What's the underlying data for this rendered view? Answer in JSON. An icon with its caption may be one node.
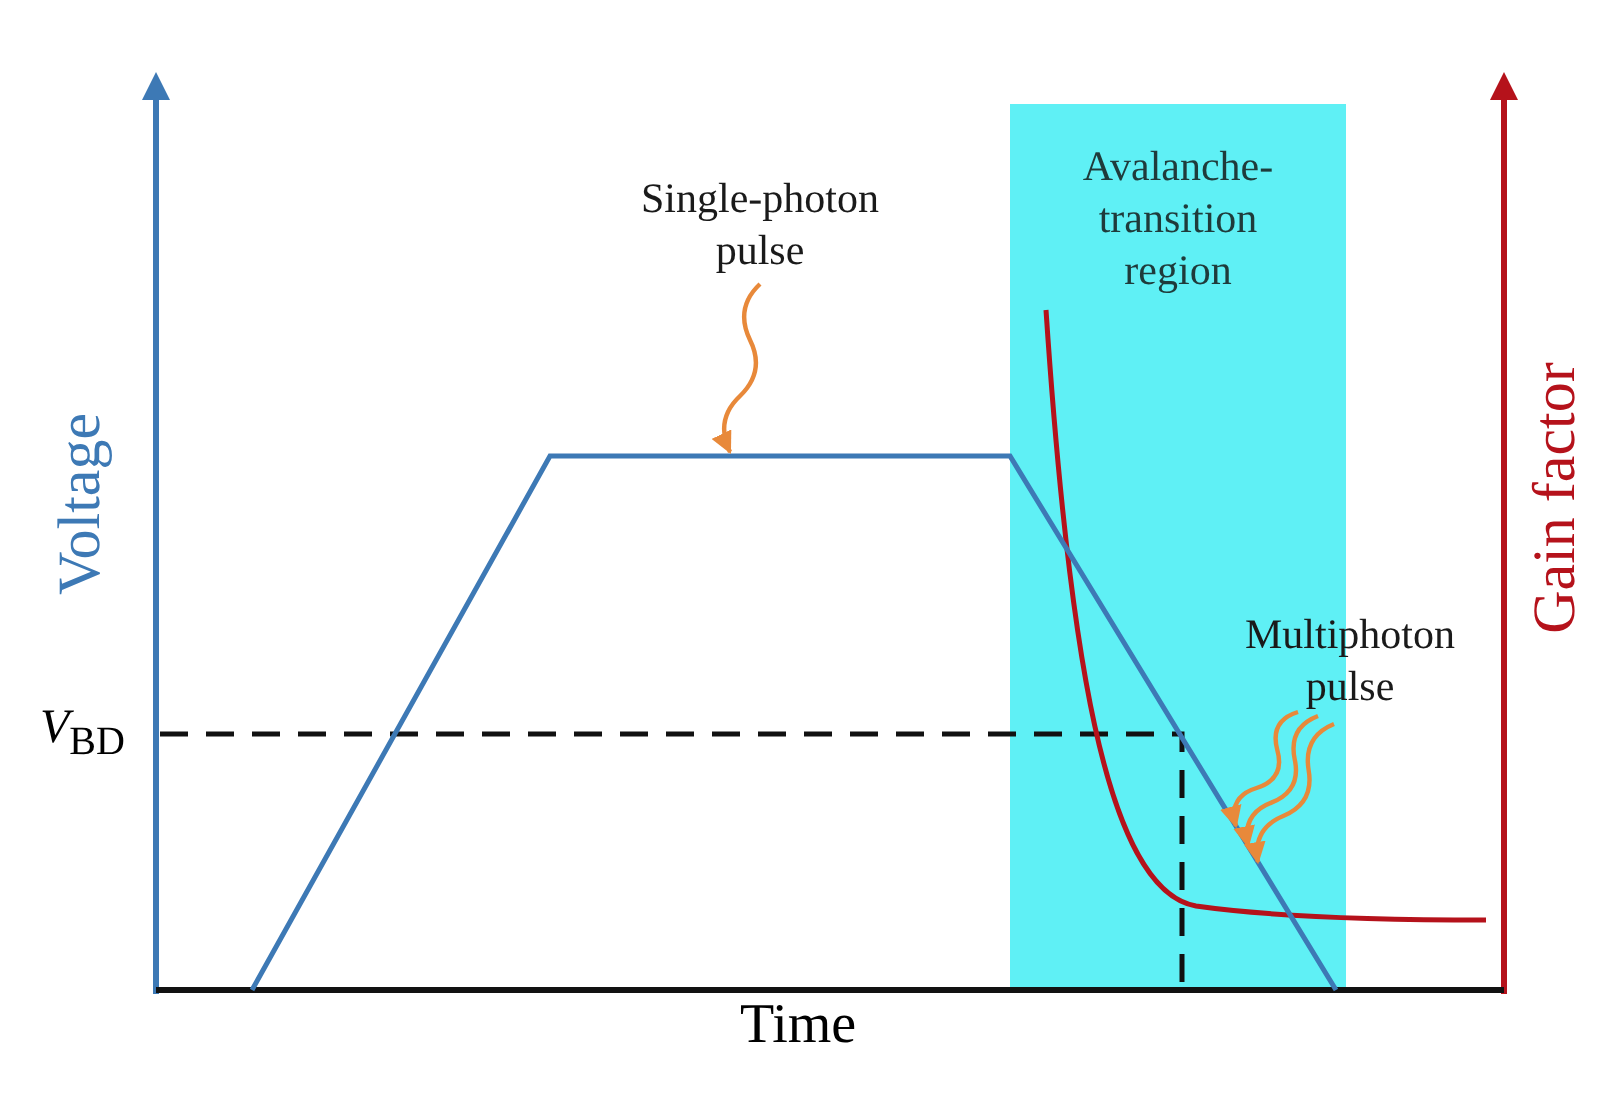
{
  "diagram": {
    "nodes": [
      {
        "text": [
          "Single-photon pulse"
        ]
      },
      {
        "text": [
          "Avalanche-transition region"
        ]
      },
      {
        "text": [
          "Multiphoton pulse"
        ]
      },
      {
        "text": [],
        "shape": "line"
      }
    ],
    "edges": [
      {
        "from": 0,
        "to": 3,
        "arrow": "to"
      },
      {
        "from": 2,
        "to": 3,
        "arrow": "to"
      },
      {
        "from": 2,
        "to": 3,
        "arrow": "to"
      },
      {
        "from": 2,
        "to": 3,
        "arrow": "to"
      }
    ],
    "labels": [
      "Voltage",
      "Gain factor",
      "*V*$_{BD}$",
      "Time"
    ]
  }
}
